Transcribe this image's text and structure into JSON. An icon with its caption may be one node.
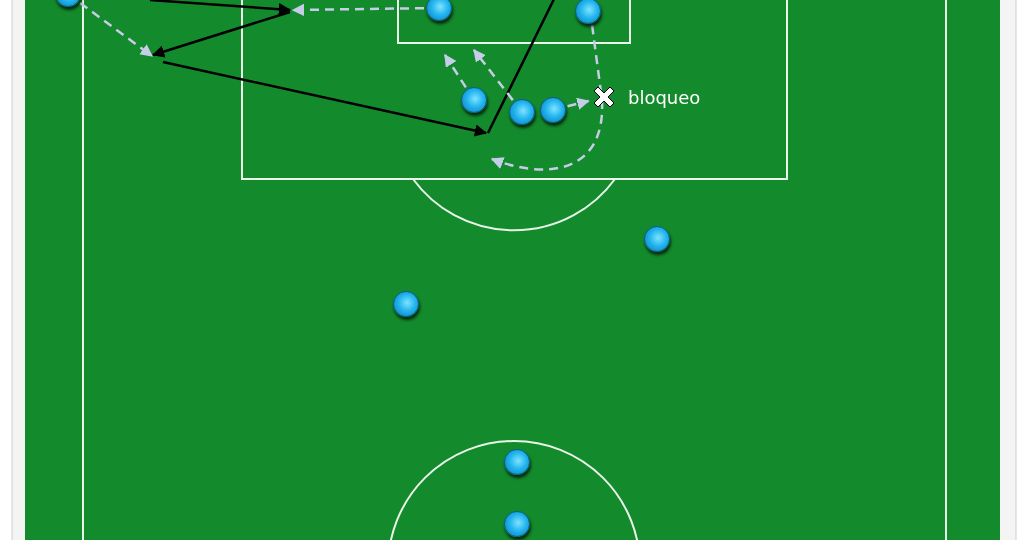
{
  "diagram": {
    "nodes": [
      {
        "text": [],
        "shape": "circle"
      },
      {
        "text": [],
        "shape": "circle"
      },
      {
        "text": [],
        "shape": "circle"
      },
      {
        "text": [],
        "shape": "circle"
      },
      {
        "text": [],
        "shape": "circle"
      },
      {
        "text": [],
        "shape": "circle"
      },
      {
        "text": [
          "bloqueo"
        ]
      },
      {
        "text": [],
        "shape": "circle"
      },
      {
        "text": [],
        "shape": "circle"
      },
      {
        "text": [],
        "shape": "circle"
      },
      {
        "text": [],
        "shape": "circle"
      }
    ],
    "edges": [
      {
        "from": 0,
        "to": null,
        "arrow": "to",
        "style": "dashed"
      },
      {
        "from": 1,
        "to": null,
        "arrow": "to",
        "style": "dashed"
      },
      {
        "from": 3,
        "to": null,
        "arrow": "to",
        "style": "dashed"
      },
      {
        "from": 4,
        "to": null,
        "arrow": "to",
        "style": "dashed"
      },
      {
        "from": 5,
        "to": 6,
        "arrow": "to",
        "style": "dashed"
      },
      {
        "from": 2,
        "to": null,
        "arrow": "to",
        "style": "dashed"
      }
    ]
  }
}
